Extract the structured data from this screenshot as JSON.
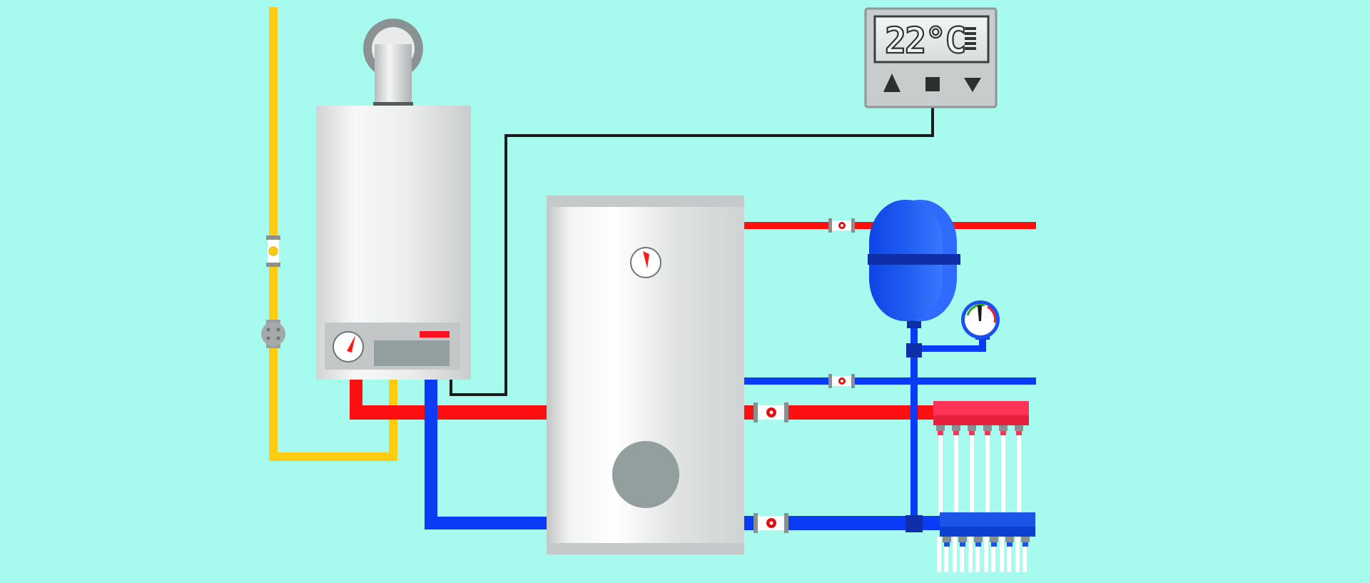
{
  "thermostat": {
    "display_text": "22°C",
    "controls": [
      "up",
      "stop",
      "down"
    ]
  },
  "components": [
    "wall-mounted-boiler",
    "hot-water-storage-tank",
    "expansion-vessel",
    "pressure-gauge",
    "room-thermostat",
    "supply-manifold",
    "return-manifold",
    "gas-pipe"
  ],
  "colors": {
    "background": "#a6fbee",
    "gas": "#ffcc11",
    "hot": "#ff0f0f",
    "cold": "#0a3cf5",
    "signal_wire": "#1a1a1a",
    "manifold_hot": "#ff3355",
    "manifold_cold": "#1a55e8",
    "vessel": "#1e5cf0"
  }
}
